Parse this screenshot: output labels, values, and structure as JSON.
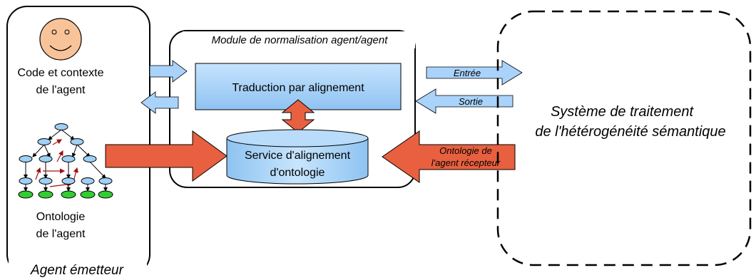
{
  "agent_emetteur": {
    "title": "Agent émetteur",
    "code_line1": "Code et contexte",
    "code_line2": "de l'agent",
    "ontology_line1": "Ontologie",
    "ontology_line2": "de l'agent"
  },
  "module": {
    "title": "Module de normalisation agent/agent",
    "translation_box": "Traduction par alignement",
    "service_line1": "Service d'alignement",
    "service_line2": "d'ontologie"
  },
  "arrows": {
    "entree": "Entrée",
    "sortie": "Sortie",
    "onto_recepteur_line1": "Ontologie de",
    "onto_recepteur_line2": "l'agent récepteur"
  },
  "system": {
    "line1": "Système de traitement",
    "line2": "de l'hétérogénéité sémantique"
  },
  "colors": {
    "blue_fill": "#a9d3fb",
    "red_fill": "#e8603f",
    "face_fill": "#f9c39a",
    "node_blue": "#9fd0f5",
    "node_green": "#33cc33",
    "red_link": "#a01010"
  }
}
